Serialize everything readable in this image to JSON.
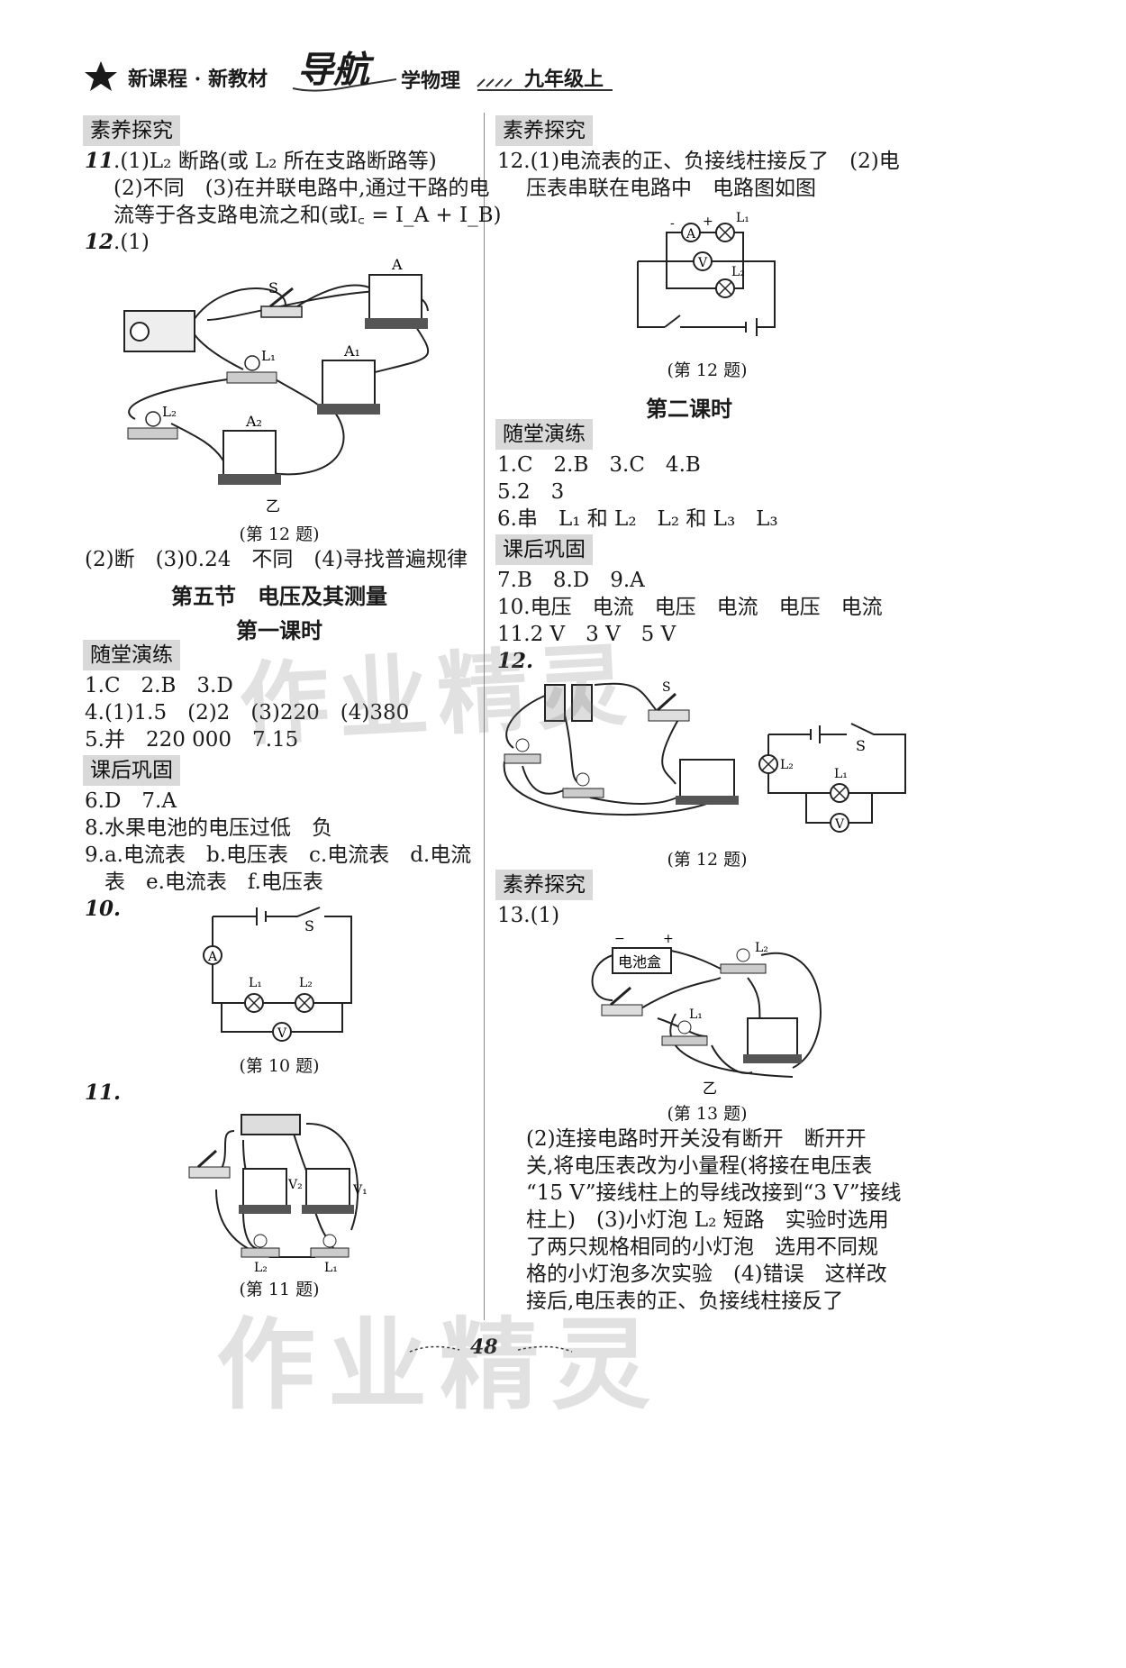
{
  "header": {
    "series": "新课程 · 新教材",
    "logo": "导航",
    "subject": "学物理",
    "grade": "九年级上"
  },
  "left": {
    "sec1": "素养探究",
    "q11_l1": "断路(或 L₂ 所在支路断路等)",
    "q11_l2": "(2)不同　(3)在并联电路中,通过干路的电",
    "q11_l3": "流等于各支路电流之和(或I꜀ = I_A + I_B)",
    "q12": "(1)",
    "fig12_labels": [
      "S",
      "A",
      "L₁",
      "A₁",
      "L₂",
      "A₂",
      "乙"
    ],
    "fig12_cap": "(第 12 题)",
    "q12_rest": "(2)断　(3)0.24　不同　(4)寻找普遍规律",
    "section_title": "第五节　电压及其测量",
    "lesson1": "第一课时",
    "sec2": "随堂演练",
    "a1": "1.C　2.B　3.D",
    "a4": "4.(1)1.5　(2)2　(3)220　(4)380",
    "a5": "5.并　220 000　7.15",
    "sec3": "课后巩固",
    "a6": "6.D　7.A",
    "a8": "8.水果电池的电压过低　负",
    "a9_l1": "9.a.电流表　b.电压表　c.电流表　d.电流",
    "a9_l2": "表　e.电流表　f.电压表",
    "q10": "10.",
    "fig10_labels": [
      "S",
      "A",
      "L₁",
      "L₂",
      "V"
    ],
    "fig10_cap": "(第 10 题)",
    "q11b": "11.",
    "fig11_labels": [
      "V₂",
      "V₁",
      "L₂",
      "L₁"
    ],
    "fig11_cap": "(第 11 题)"
  },
  "right": {
    "sec1": "素养探究",
    "q12_l1": "12.(1)电流表的正、负接线柱接反了　(2)电",
    "q12_l2": "压表串联在电路中　电路图如图",
    "fig12_labels": [
      "A",
      "V",
      "L₁",
      "L₂",
      "-",
      "+"
    ],
    "fig12_cap": "(第 12 题)",
    "lesson2": "第二课时",
    "sec2": "随堂演练",
    "a1": "1.C　2.B　3.C　4.B",
    "a5": "5.2　3",
    "a6": "6.串　L₁ 和 L₂　L₂ 和 L₃　L₃",
    "sec3": "课后巩固",
    "a7": "7.B　8.D　9.A",
    "a10": "10.电压　电流　电压　电流　电压　电流",
    "a11": "11.2 V　3 V　5 V",
    "q12b": "12.",
    "fig12b_labels": [
      "S",
      "L₂",
      "L₁",
      "V"
    ],
    "fig12b_cap": "(第 12 题)",
    "sec4": "素养探究",
    "q13": "13.(1)",
    "fig13_labels": [
      "电池盒",
      "L₂",
      "L₁",
      "乙"
    ],
    "fig13_cap": "(第 13 题)",
    "q13_l1": "(2)连接电路时开关没有断开　断开开",
    "q13_l2": "关,将电压表改为小量程(将接在电压表",
    "q13_l3": "“15 V”接线柱上的导线改接到“3 V”接线",
    "q13_l4": "柱上)　(3)小灯泡 L₂ 短路　实验时选用",
    "q13_l5": "了两只规格相同的小灯泡　选用不同规",
    "q13_l6": "格的小灯泡多次实验　(4)错误　这样改",
    "q13_l7": "接后,电压表的正、负接线柱接反了"
  },
  "footer": {
    "page_number": "48",
    "watermark": "作业精灵"
  }
}
